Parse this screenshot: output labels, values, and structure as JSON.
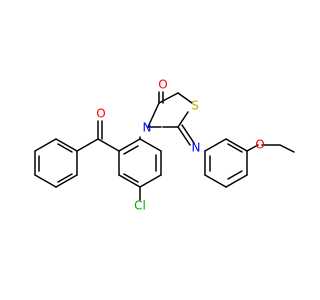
{
  "atoms": {
    "O_carbonyl_benzoyl": "O",
    "O_carbonyl_ring": "O",
    "N_ring": "N",
    "N_imine": "N",
    "S_ring": "S",
    "Cl": "Cl",
    "O_ether": "O"
  },
  "colors": {
    "bond": "#000000",
    "oxygen": "#ff0000",
    "nitrogen": "#0000ff",
    "sulfur": "#b3b300",
    "chlorine": "#00aa00"
  }
}
